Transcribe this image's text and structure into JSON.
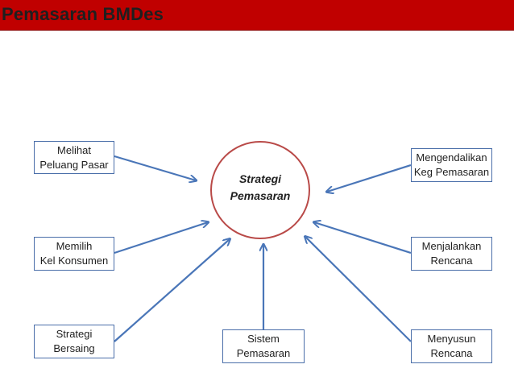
{
  "header": {
    "title": "Pemasaran BMDes"
  },
  "diagram": {
    "center": {
      "line1": "Strategi",
      "line2": "Pemasaran"
    },
    "nodes": {
      "melihat": {
        "line1": "Melihat",
        "line2": "Peluang Pasar"
      },
      "memilih": {
        "line1": "Memilih",
        "line2": "Kel Konsumen"
      },
      "strategi_bersaing": {
        "line1": "Strategi",
        "line2": "Bersaing"
      },
      "sistem": {
        "line1": "Sistem",
        "line2": "Pemasaran"
      },
      "menyusun": {
        "line1": "Menyusun",
        "line2": "Rencana"
      },
      "menjalankan": {
        "line1": "Menjalankan",
        "line2": "Rencana"
      },
      "mengendalikan": {
        "line1": "Mengendalikan",
        "line2": "Keg Pemasaran"
      }
    },
    "colors": {
      "title_bar": "#c00000",
      "box_border": "#4a6ea9",
      "arrow": "#4a76b8",
      "circle": "#b94a48"
    }
  }
}
